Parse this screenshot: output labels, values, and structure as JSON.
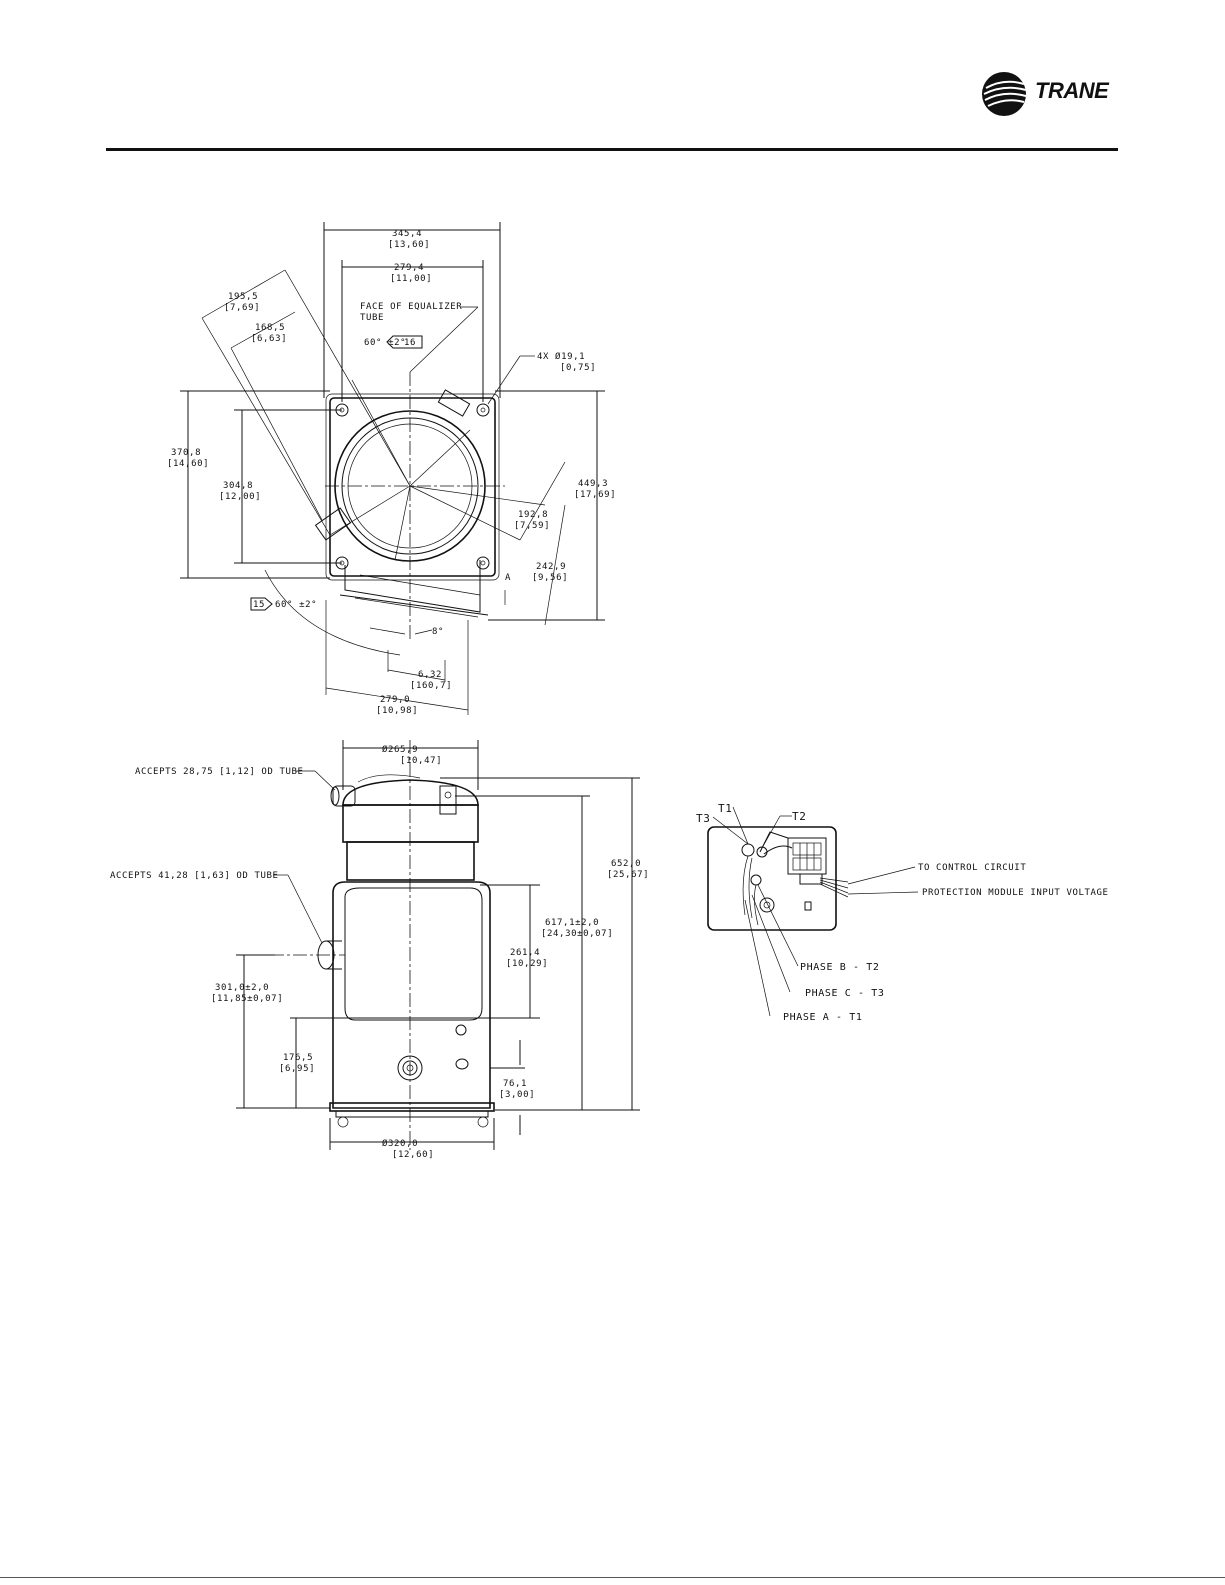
{
  "brand": {
    "name": "TRANE"
  },
  "top_view": {
    "dims": {
      "width_overall": "345,4",
      "width_overall_in": "[13,60]",
      "width_bolts": "279,4",
      "width_bolts_in": "[11,00]",
      "angled_a": "195,5",
      "angled_a_in": "[7,69]",
      "angled_b": "168,5",
      "angled_b_in": "[6,63]",
      "equalizer_label_1": "FACE OF EQUALIZER",
      "equalizer_label_2": "TUBE",
      "angle_top": "60° ±2°",
      "note_top": "16",
      "holes": "4X Ø19,1",
      "holes_in": "[0,75]",
      "left_outer": "370,8",
      "left_outer_in": "[14,60]",
      "left_inner": "304,8",
      "left_inner_in": "[12,00]",
      "right_outer": "449,3",
      "right_outer_in": "[17,69]",
      "radial_1": "192,8",
      "radial_1_in": "[7,59]",
      "radial_2": "242,9",
      "radial_2_in": "[9,56]",
      "view_label": "A",
      "note_bottom": "15",
      "angle_bottom": "60° ±2°",
      "angle_small": "8°",
      "offset": "6,32",
      "offset_in": "[160,7]",
      "base_width": "279,0",
      "base_width_in": "[10,98]"
    }
  },
  "side_view": {
    "dims": {
      "diameter_top": "Ø265,9",
      "diameter_top_in": "[10,47]",
      "suction_tube": "ACCEPTS 28,75 [1,12] OD TUBE",
      "discharge_tube": "ACCEPTS 41,28 [1,63] OD TUBE",
      "height_overall": "652,0",
      "height_overall_in": "[25,67]",
      "height_tube": "617,1±2,0",
      "height_tube_in": "[24,30±0,07]",
      "height_body": "261,4",
      "height_body_in": "[10,29]",
      "height_discharge": "301,0±2,0",
      "height_discharge_in": "[11,85±0,07]",
      "height_low": "176,5",
      "height_low_in": "[6,95]",
      "height_base": "76,1",
      "height_base_in": "[3,00]",
      "diameter_base": "Ø320,0",
      "diameter_base_in": "[12,60]"
    }
  },
  "terminal_box": {
    "t1": "T1",
    "t2": "T2",
    "t3": "T3",
    "to_control": "TO CONTROL CIRCUIT",
    "protection": "PROTECTION MODULE INPUT VOLTAGE",
    "phase_b": "PHASE  B  - T2",
    "phase_c": "PHASE  C - T3",
    "phase_a": "PHASE A - T1"
  }
}
